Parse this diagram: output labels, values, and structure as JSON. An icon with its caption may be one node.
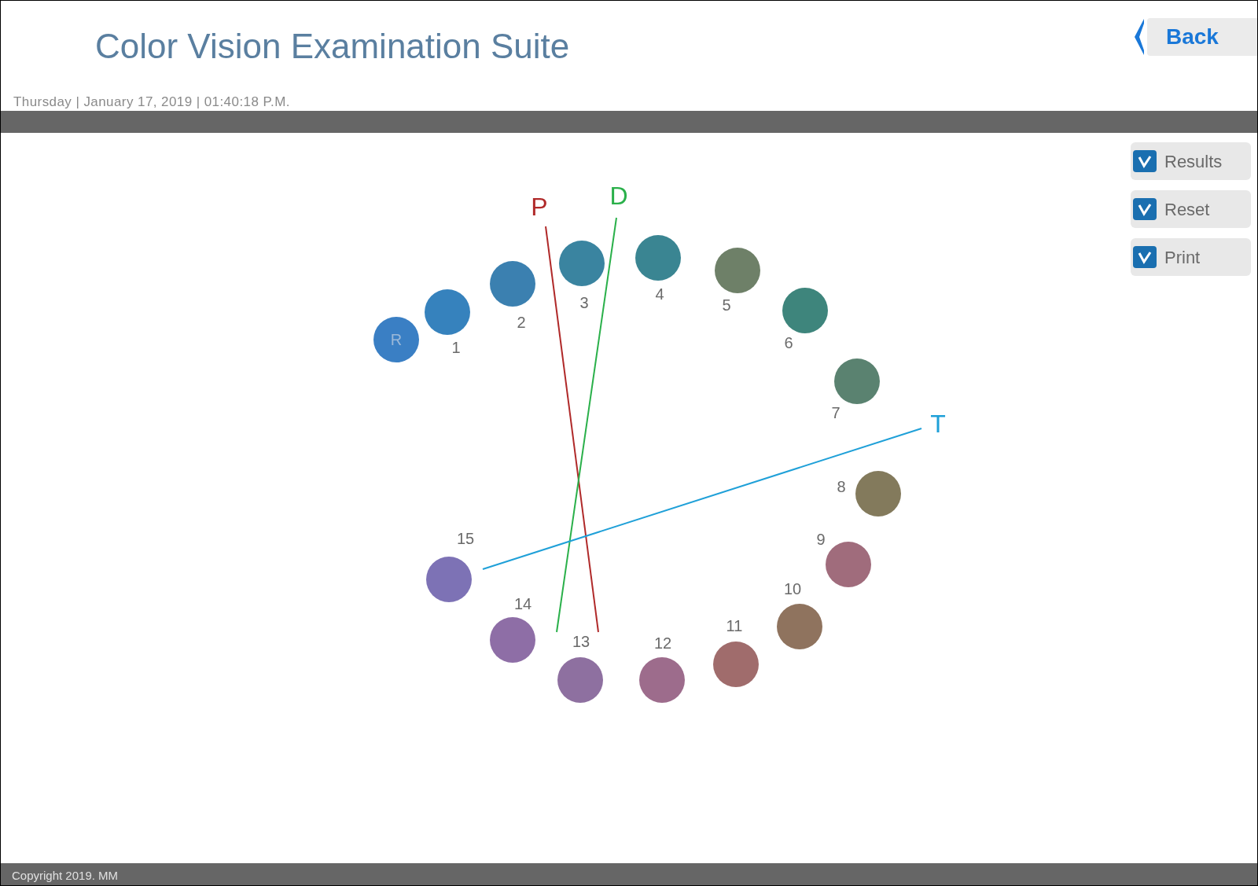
{
  "diagram": {
    "title": "Color Vision Examination Suite",
    "nodes": [
      {
        "text": [
          "R"
        ]
      },
      {
        "text": [],
        "shape": "circle",
        "beside": [
          "1"
        ]
      },
      {
        "text": [],
        "shape": "circle",
        "beside": [
          "2"
        ]
      },
      {
        "text": [],
        "shape": "circle",
        "beside": [
          "3"
        ]
      },
      {
        "text": [],
        "shape": "circle",
        "beside": [
          "4"
        ]
      },
      {
        "text": [],
        "shape": "circle",
        "beside": [
          "5"
        ]
      },
      {
        "text": [],
        "shape": "circle",
        "beside": [
          "6"
        ]
      },
      {
        "text": [],
        "shape": "circle",
        "beside": [
          "7"
        ]
      },
      {
        "text": [],
        "shape": "circle",
        "beside": [
          "8"
        ]
      },
      {
        "text": [],
        "shape": "circle",
        "beside": [
          "9"
        ]
      },
      {
        "text": [],
        "shape": "circle",
        "beside": [
          "10"
        ]
      },
      {
        "text": [],
        "shape": "circle",
        "beside": [
          "11"
        ]
      },
      {
        "text": [],
        "shape": "circle",
        "beside": [
          "12"
        ]
      },
      {
        "text": [],
        "shape": "circle",
        "beside": [
          "13"
        ]
      },
      {
        "text": [],
        "shape": "circle",
        "beside": [
          "14"
        ]
      },
      {
        "text": [],
        "shape": "circle",
        "beside": [
          "15"
        ]
      }
    ],
    "labels": [
      "Thursday | January 17, 2019 | 01:40:18 P.M.",
      "Back",
      "Results",
      "Reset",
      "Print",
      "P",
      "D",
      "T",
      "Copyright 2019. MM"
    ]
  }
}
